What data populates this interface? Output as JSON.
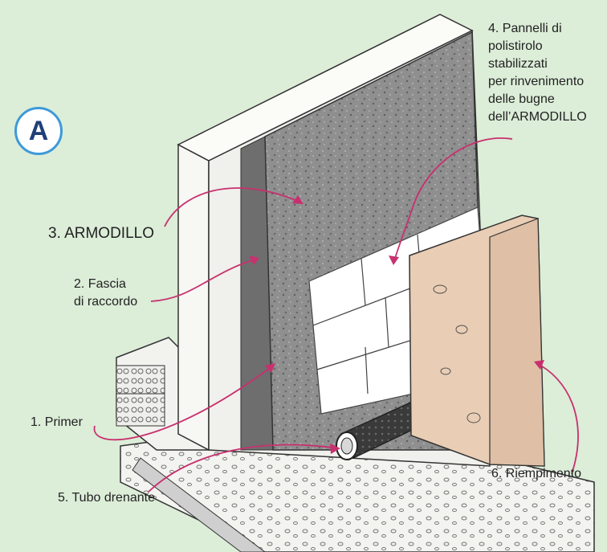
{
  "badge": {
    "letter": "A"
  },
  "labels": {
    "panels": [
      "4. Pannelli di",
      "polistirolo",
      "stabilizzati",
      "per rinvenimento",
      "delle bugne",
      "dell’ARMODILLO"
    ],
    "armodillo": "3. ARMODILLO",
    "fascia": [
      "2. Fascia",
      "di raccordo"
    ],
    "primer": "1. Primer",
    "tubo": "5. Tubo drenante",
    "riempimento": "6. Riempimento"
  },
  "colors": {
    "background": "#dcedd8",
    "arrow": "#c8306e",
    "badge_ring": "#3d9ad8",
    "badge_text": "#1f3f78",
    "fill_soil": "#e9cdb5",
    "insulation": "#8f8f8f"
  }
}
